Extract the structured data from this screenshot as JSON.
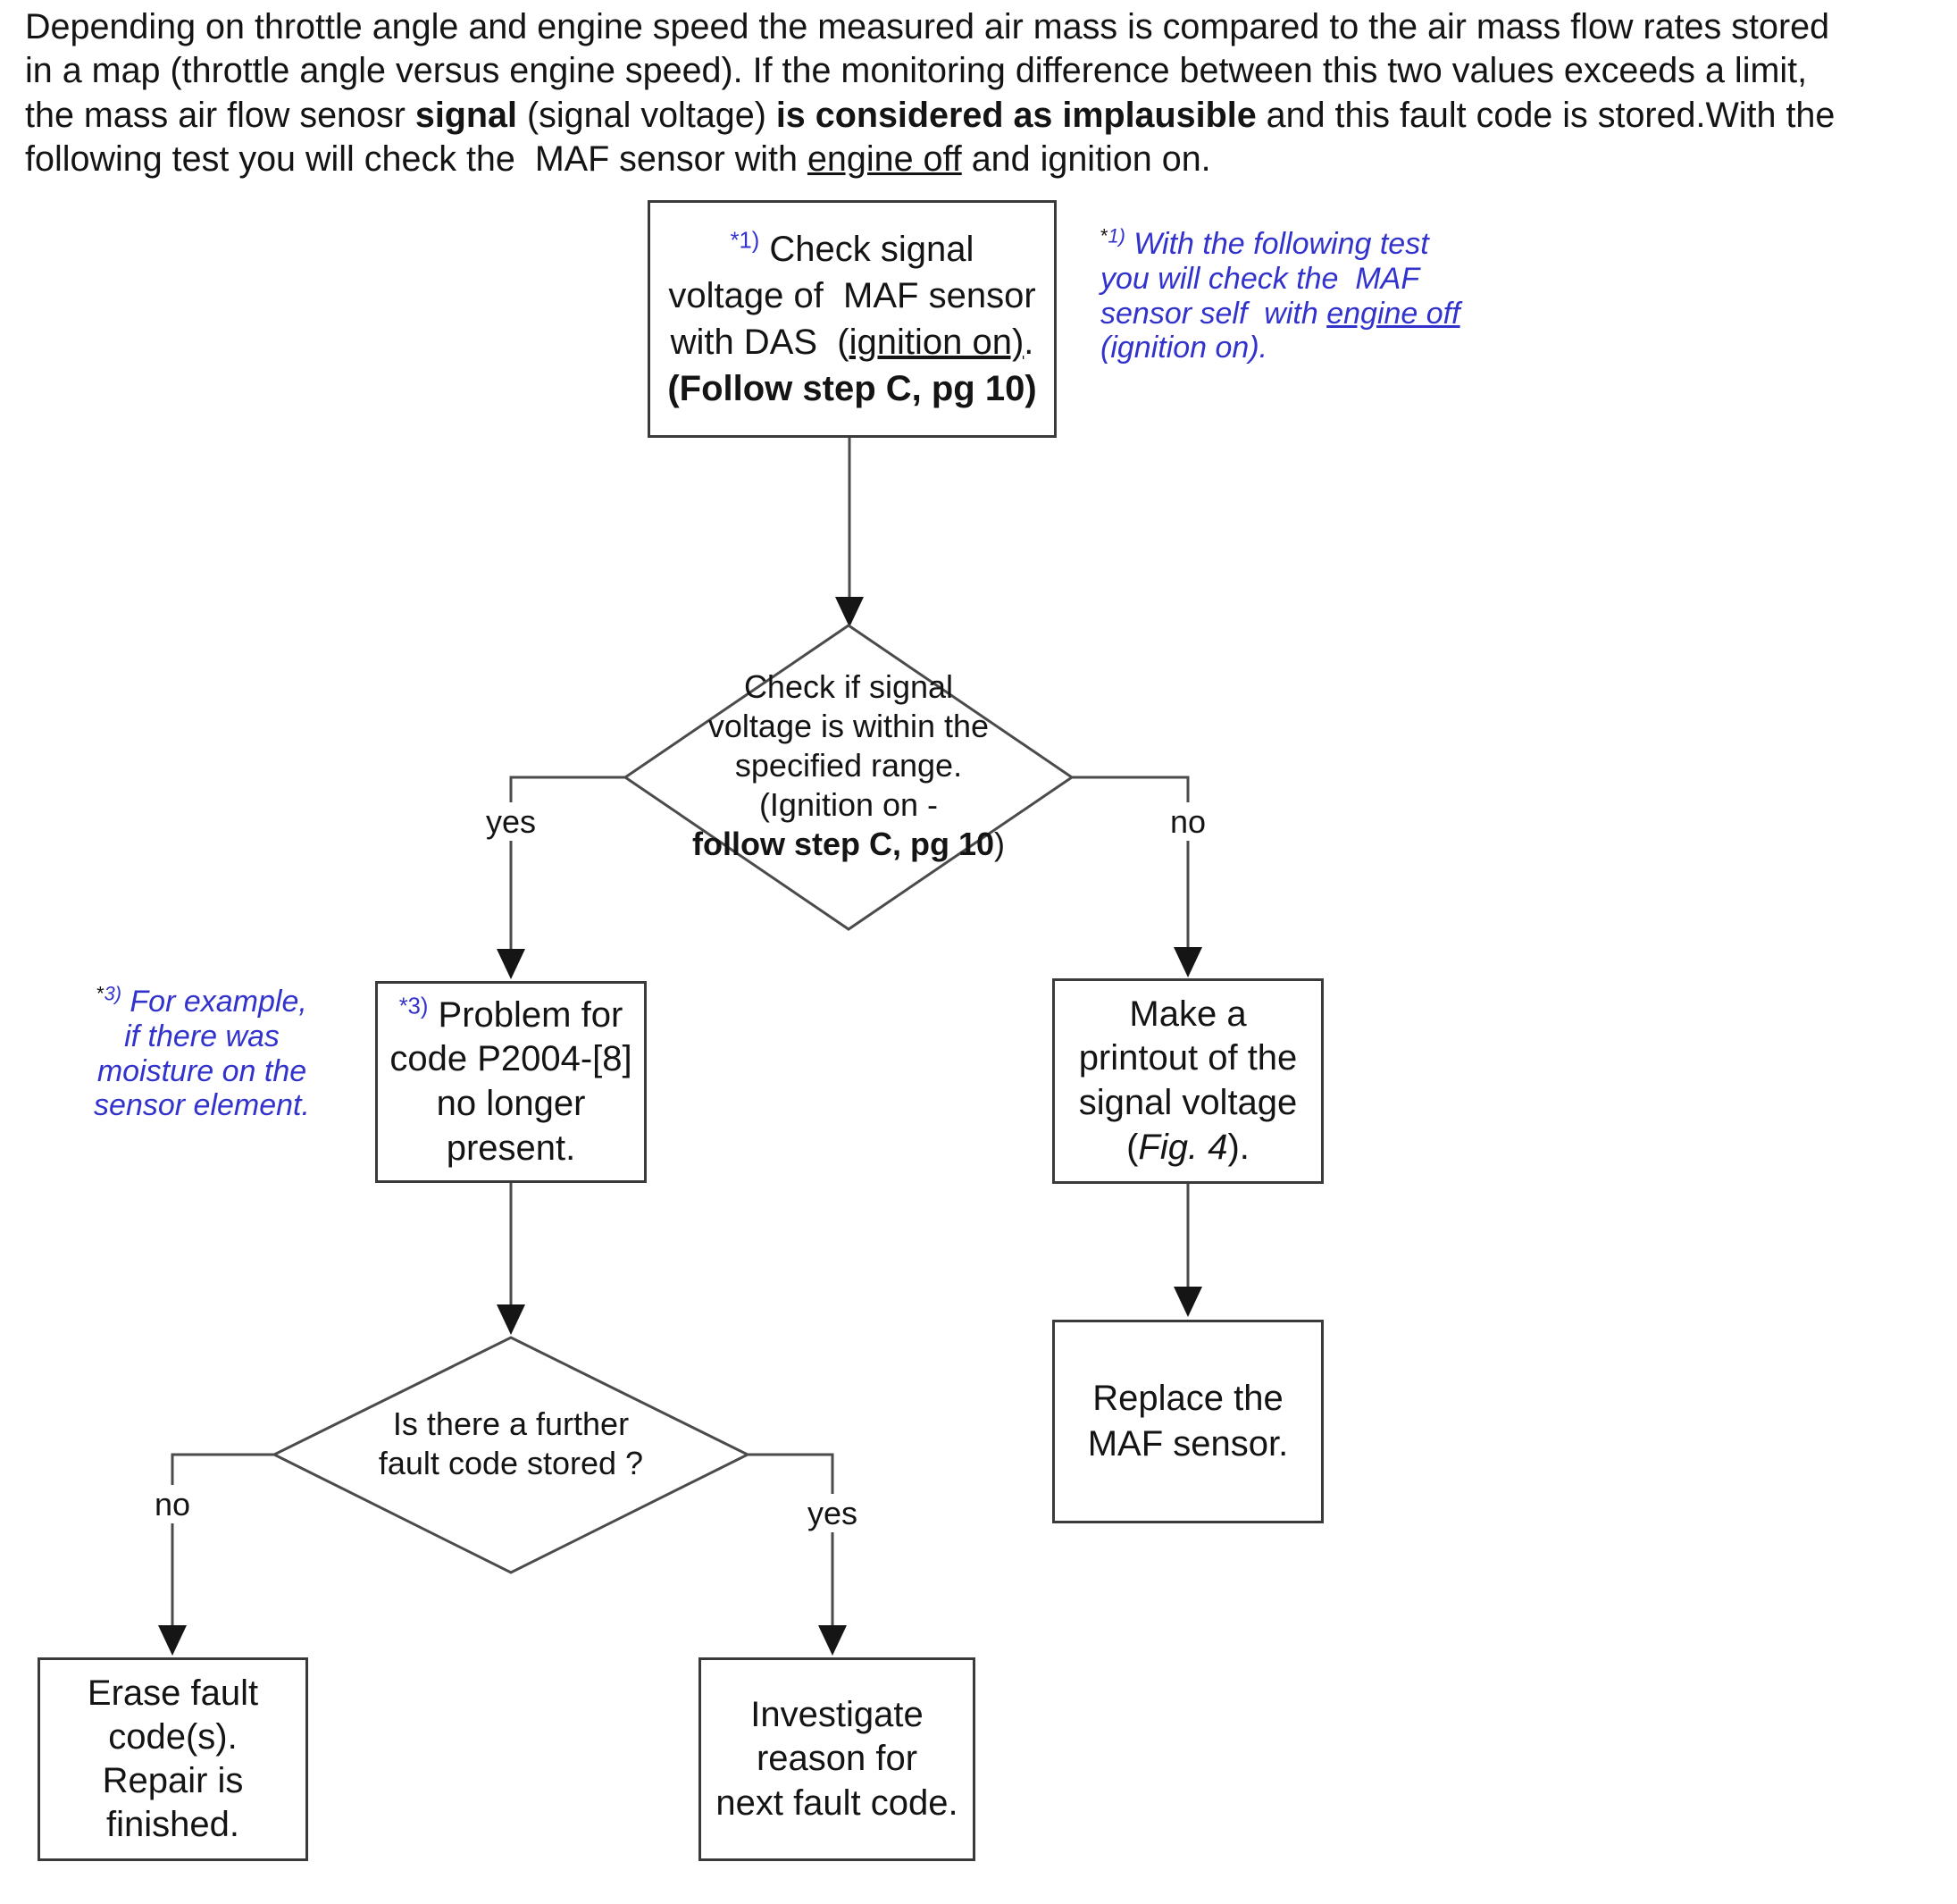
{
  "colors": {
    "note_blue": "#3232cc",
    "line_gray": "#4b4b4b",
    "arrow_black": "#151515",
    "box_border": "#3a3a3a",
    "text": "#141414"
  },
  "intro": {
    "segments": [
      {
        "t": "Depending on throttle angle and engine speed the measured air mass is compared to the air mass flow rates stored"
      },
      {
        "br": true
      },
      {
        "t": "in a map (throttle angle versus engine speed). If the monitoring difference between this two values exceeds a limit,"
      },
      {
        "br": true
      },
      {
        "t": "the mass air flow senosr "
      },
      {
        "t": "signal",
        "b": true
      },
      {
        "t": " (signal voltage) "
      },
      {
        "t": "is considered as implausible",
        "b": true
      },
      {
        "t": " and this fault code is stored.With the"
      },
      {
        "br": true
      },
      {
        "t": "following test you will check the  MAF sensor with "
      },
      {
        "t": "engine off",
        "u": true
      },
      {
        "t": " and ignition on."
      }
    ]
  },
  "flowchart": {
    "box_check_signal": {
      "lines": [
        [
          {
            "t": "*1)",
            "sup": true,
            "blue": true
          },
          {
            "t": " Check signal"
          }
        ],
        [
          {
            "t": "voltage of  MAF sensor"
          }
        ],
        [
          {
            "t": "with DAS  ("
          },
          {
            "t": "ignition on)",
            "u": true
          },
          {
            "t": "."
          }
        ],
        [
          {
            "t": "(Follow step C, pg 10)",
            "b": true
          }
        ]
      ]
    },
    "note_1": {
      "lines": [
        [
          {
            "t": "*",
            "sup": true,
            "dark": true
          },
          {
            "t": "1)",
            "sup": true
          },
          {
            "t": " With the following test"
          }
        ],
        [
          {
            "t": "you will check the  MAF"
          }
        ],
        [
          {
            "t": "sensor self  with "
          },
          {
            "t": "engine off",
            "u": true
          }
        ],
        [
          {
            "t": "(ignition on)."
          }
        ]
      ]
    },
    "decision_signal_range": {
      "lines": [
        [
          {
            "t": "Check if signal"
          }
        ],
        [
          {
            "t": "voltage is within the"
          }
        ],
        [
          {
            "t": "specified range."
          }
        ],
        [
          {
            "t": "(Ignition on -"
          }
        ],
        [
          {
            "t": "follow step C, pg 10",
            "b": true
          },
          {
            "t": ")"
          }
        ]
      ]
    },
    "label_yes_1": "yes",
    "label_no_1": "no",
    "note_3": {
      "lines": [
        [
          {
            "t": "*",
            "sup": true,
            "dark": true
          },
          {
            "t": "3)",
            "sup": true
          },
          {
            "t": " For example,"
          }
        ],
        [
          {
            "t": "if there was"
          }
        ],
        [
          {
            "t": "moisture on the"
          }
        ],
        [
          {
            "t": "sensor element."
          }
        ]
      ]
    },
    "box_problem_gone": {
      "lines": [
        [
          {
            "t": "*3)",
            "sup": true,
            "blue": true
          },
          {
            "t": " Problem for"
          }
        ],
        [
          {
            "t": "code P2004-[8]"
          }
        ],
        [
          {
            "t": "no longer"
          }
        ],
        [
          {
            "t": "present."
          }
        ]
      ]
    },
    "box_printout": {
      "lines": [
        [
          {
            "t": "Make a"
          }
        ],
        [
          {
            "t": "printout of the"
          }
        ],
        [
          {
            "t": "signal voltage"
          }
        ],
        [
          {
            "t": "("
          },
          {
            "t": "Fig. 4",
            "i": true
          },
          {
            "t": ")."
          }
        ]
      ]
    },
    "box_replace": {
      "lines": [
        [
          {
            "t": "Replace the"
          }
        ],
        [
          {
            "t": "MAF sensor."
          }
        ]
      ]
    },
    "decision_further_fault": {
      "lines": [
        [
          {
            "t": "Is there a further"
          }
        ],
        [
          {
            "t": "fault code stored ?"
          }
        ]
      ]
    },
    "label_no_2": "no",
    "label_yes_2": "yes",
    "box_erase": {
      "lines": [
        [
          {
            "t": "Erase fault"
          }
        ],
        [
          {
            "t": "code(s)."
          }
        ],
        [
          {
            "t": "Repair is"
          }
        ],
        [
          {
            "t": "finished."
          }
        ]
      ]
    },
    "box_investigate": {
      "lines": [
        [
          {
            "t": "Investigate"
          }
        ],
        [
          {
            "t": "reason for"
          }
        ],
        [
          {
            "t": "next fault code."
          }
        ]
      ]
    }
  }
}
